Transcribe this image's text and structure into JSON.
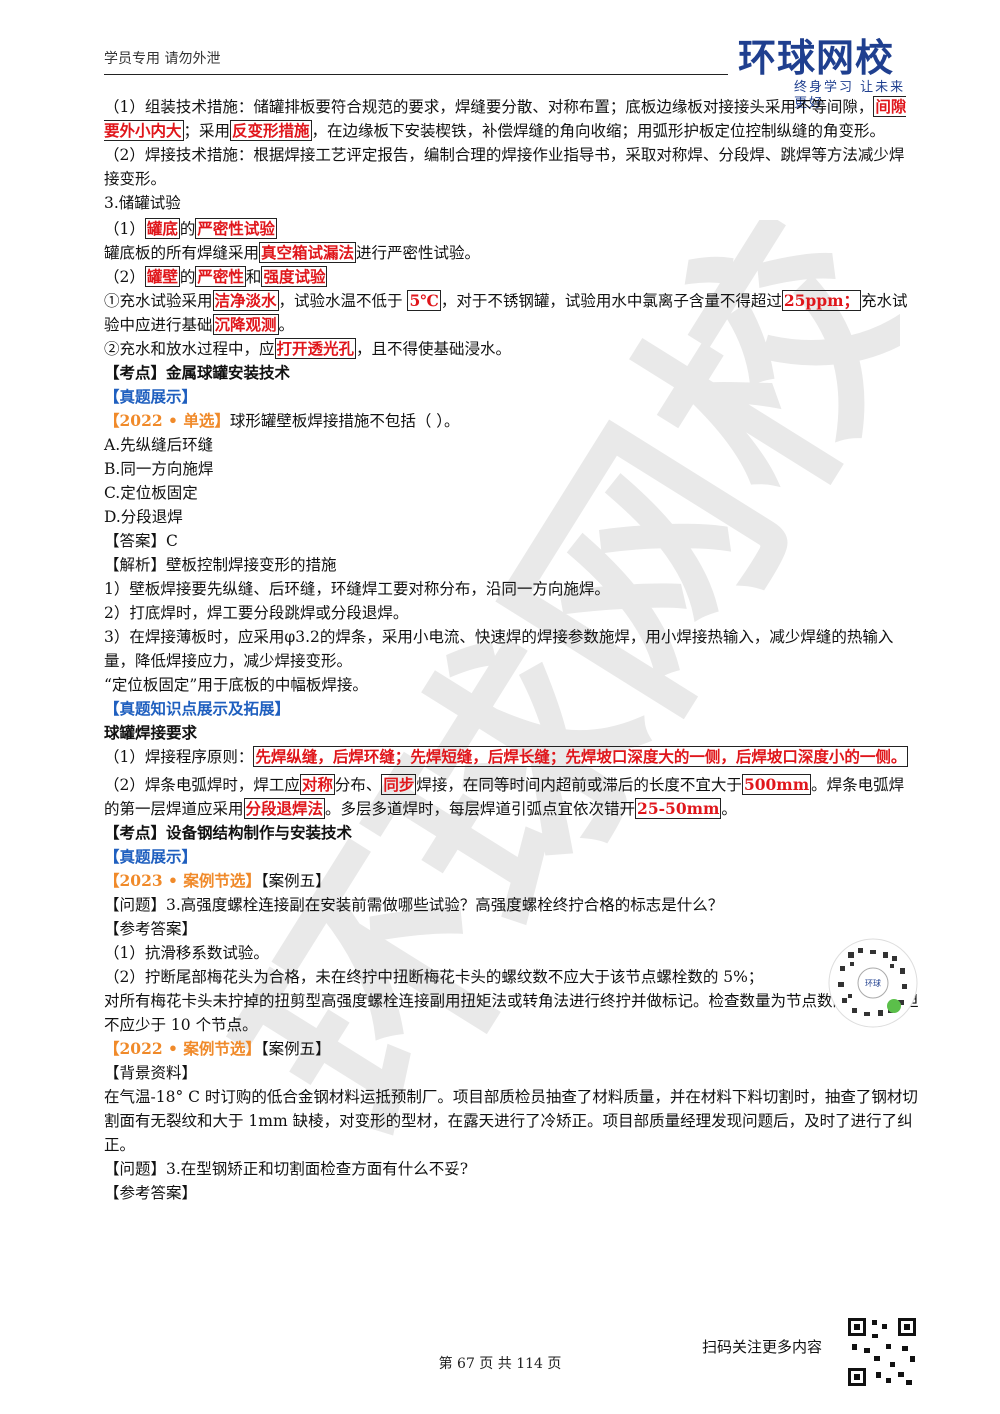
{
  "header": {
    "left_text": "学员专用 请勿外泄",
    "logo_main": "环球网校",
    "logo_sub": "终身学习 让未来更好"
  },
  "s1": {
    "p1a": "（1）组装技术措施：储罐排板要符合规范的要求，焊缝要分散、对称布置；底板边缘板对接接头采用不等间隙，",
    "hl1": "间隙要外小内大",
    "p1b": "；采用",
    "hl2": "反变形措施",
    "p1c": "，在边缘板下安装楔铁，补偿焊缝的角向收缩；用弧形护板定位控制纵缝的角变形。",
    "p2": "（2）焊接技术措施：根据焊接工艺评定报告，编制合理的焊接作业指导书，采取对称焊、分段焊、跳焊等方法减少焊接变形。",
    "p3": "3.储罐试验",
    "p4a": "（1）",
    "hl3": "罐底",
    "p4b": "的",
    "hl4": "严密性试验",
    "p5a": "罐底板的所有焊缝采用",
    "hl5": "真空箱试漏法",
    "p5b": "进行严密性试验。",
    "p6a": "（2）",
    "hl6": "罐壁",
    "p6b": "的",
    "hl7": "严密性",
    "p6c": "和",
    "hl8": "强度试验",
    "p7a": "①充水试验采用",
    "hl9": "洁净淡水",
    "p7b": "，试验水温不低于 ",
    "hl10": "5℃",
    "p7c": "，对于不锈钢罐，试验用水中氯离子含量不得超过",
    "hl11": "25ppm；",
    "p7d": "充水试验中应进行基础",
    "hl12": "沉降观测",
    "p7e": "。",
    "p8a": "②充水和放水过程中，应",
    "hl13": "打开透光孔",
    "p8b": "，且不得使基础浸水。"
  },
  "s2": {
    "kaodian": "【考点】金属球罐安装技术",
    "zhenti": "【真题展示】",
    "q_tag": "【2022 • 单选】",
    "q_text": "球形罐壁板焊接措施不包括（ ）。",
    "opt_a": "A.先纵缝后环缝",
    "opt_b": "B.同一方向施焊",
    "opt_c": "C.定位板固定",
    "opt_d": "D.分段退焊",
    "answer": "【答案】C",
    "jiexi": "【解析】壁板控制焊接变形的措施",
    "e1": "1）壁板焊接要先纵缝、后环缝，环缝焊工要对称分布，沿同一方向施焊。",
    "e2": "2）打底焊时，焊工要分段跳焊或分段退焊。",
    "e3": "3）在焊接薄板时，应采用φ3.2的焊条，采用小电流、快速焊的焊接参数施焊，用小焊接热输入，减少焊缝的热输入量，降低焊接应力，减少焊接变形。",
    "e4": "“定位板固定”用于底板的中幅板焊接。",
    "zhishidian": "【真题知识点展示及拓展】",
    "sub_title": "球罐焊接要求",
    "w1a": "（1）焊接程序原则：",
    "whl1": "先焊纵缝，后焊环缝；先焊短缝，后焊长缝；先焊坡口深度大的一侧，后焊坡口深度小的一侧。",
    "w2a": "（2）焊条电弧焊时，焊工应",
    "whl2": "对称",
    "w2b": "分布、",
    "whl3": "同步",
    "w2c": "焊接，在同等时间内超前或滞后的长度不宜大于",
    "whl4": "500mm",
    "w2d": "。焊条电弧焊的第一层焊道应采用",
    "whl5": "分段退焊法",
    "w2e": "。多层多道焊时，每层焊道引弧点宜依次错开",
    "whl6": "25-50mm",
    "w2f": "。"
  },
  "s3": {
    "kaodian": "【考点】设备钢结构制作与安装技术",
    "zhenti": "【真题展示】",
    "tag1": "【2023 • 案例节选】",
    "case1": "【案例五】",
    "q1": "【问题】3.高强度螺栓连接副在安装前需做哪些试验？高强度螺栓终拧合格的标志是什么？",
    "ref1": "【参考答案】",
    "a1": "（1）抗滑移系数试验。",
    "a2": "（2）拧断尾部梅花头为合格，未在终拧中扭断梅花卡头的螺纹数不应大于该节点螺栓数的 5%；",
    "a3": "对所有梅花卡头未拧掉的扭剪型高强度螺栓连接副用扭矩法或转角法进行终拧并做标记。检查数量为节点数的 10%，但不应少于 10 个节点。",
    "tag2": "【2022 • 案例节选】",
    "case2": "【案例五】",
    "bg_title": "【背景资料】",
    "bg": "在气温-18° C 时订购的低合金钢材料运抵预制厂。项目部质检员抽查了材料质量，并在材料下料切割时，抽查了钢材切割面有无裂纹和大于 1mm 缺棱，对变形的型材，在露天进行了冷矫正。项目部质量经理发现问题后，及时了进行了纠正。",
    "q2": "【问题】3.在型钢矫正和切割面检查方面有什么不妥?",
    "ref2": "【参考答案】"
  },
  "footer": {
    "scan": "扫码关注更多内容",
    "page": "第 67 页 共 114 页"
  },
  "colors": {
    "highlight_red": "#e0161b",
    "blue": "#1f5fbf",
    "orange": "#f08a2a",
    "brand": "#1f3f8f"
  }
}
